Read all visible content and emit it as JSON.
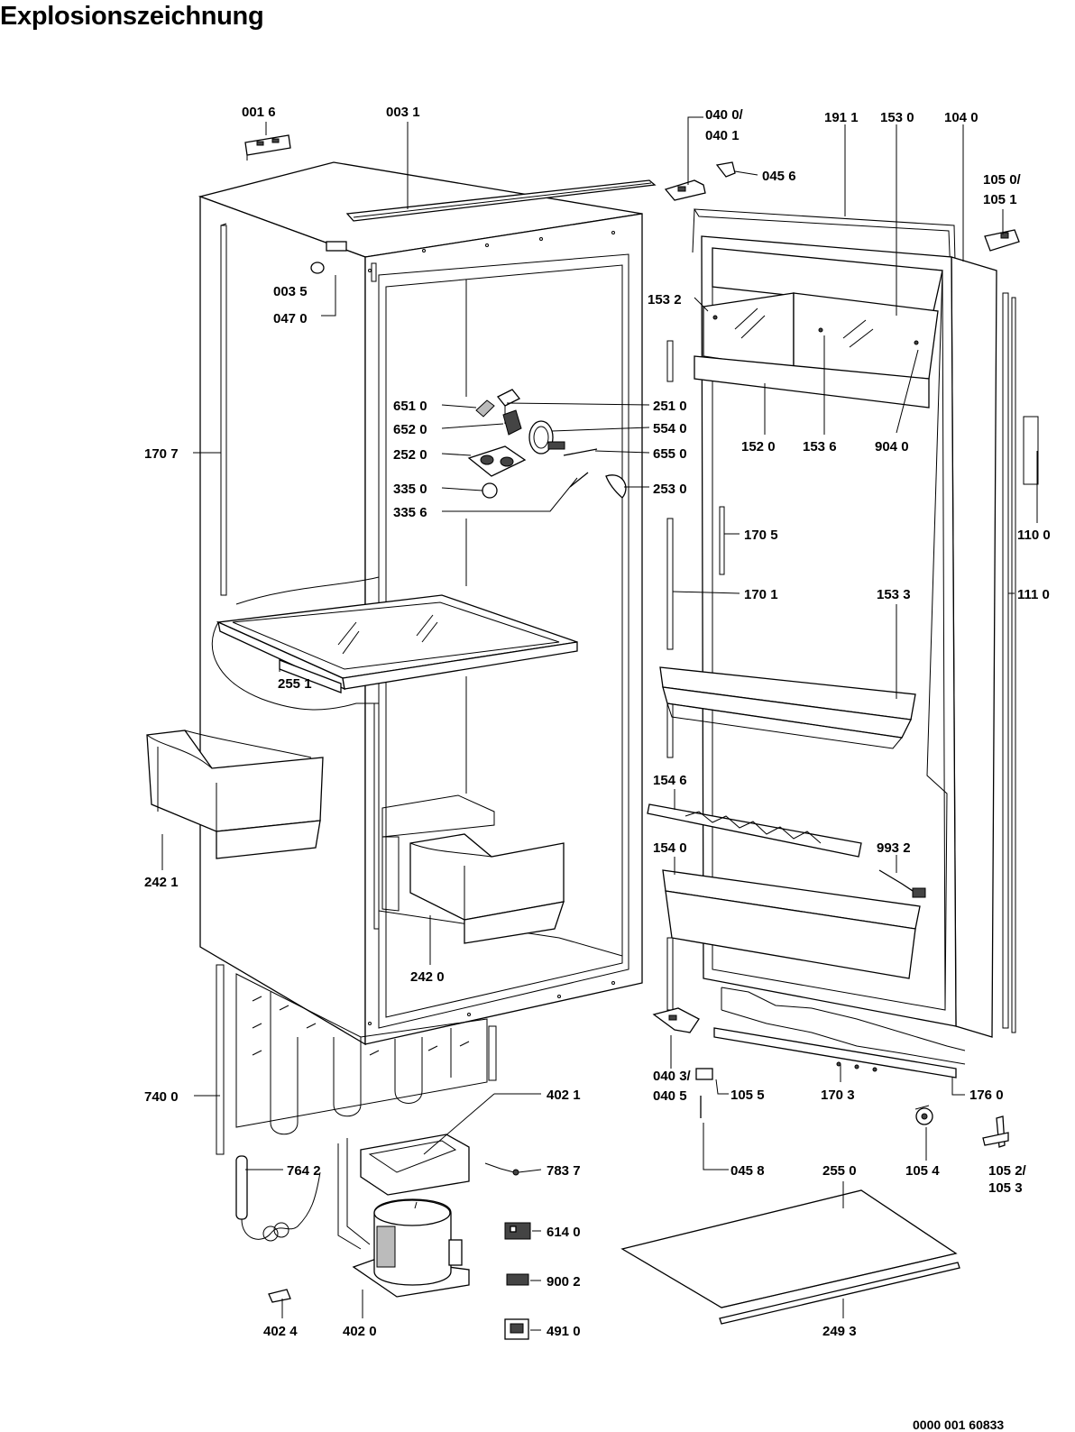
{
  "title": "Explosionszeichnung",
  "doc_number": "0000 001 60833",
  "labels": {
    "p0016": "001 6",
    "p0031": "003 1",
    "p0035": "003 5",
    "p0470": "047 0",
    "p1707": "170 7",
    "p6510": "651 0",
    "p6520": "652 0",
    "p2520": "252 0",
    "p3350": "335 0",
    "p3356": "335 6",
    "p2510": "251 0",
    "p5540": "554 0",
    "p6550": "655 0",
    "p2530": "253 0",
    "p2551": "255 1",
    "p2421": "242 1",
    "p2420": "242 0",
    "p7400": "740 0",
    "p7642": "764 2",
    "p4021": "402 1",
    "p7837": "783 7",
    "p6140": "614 0",
    "p9002": "900 2",
    "p4910": "491 0",
    "p4024": "402 4",
    "p4020": "402 0",
    "p0400": "040 0/",
    "p0401": "040 1",
    "p0456": "045 6",
    "p1911": "191 1",
    "p1530": "153 0",
    "p1040": "104 0",
    "p1050": "105 0/",
    "p1051": "105 1",
    "p1532": "153 2",
    "p1520": "152 0",
    "p1536": "153 6",
    "p9040": "904 0",
    "p1100": "110 0",
    "p1705": "170 5",
    "p1701": "170 1",
    "p1533": "153 3",
    "p1110": "111 0",
    "p1546": "154 6",
    "p1540": "154 0",
    "p9932": "993 2",
    "p0403": "040 3/",
    "p0405": "040 5",
    "p1055": "105 5",
    "p1703": "170 3",
    "p1760": "176 0",
    "p0458": "045 8",
    "p2550": "255 0",
    "p1054": "105 4",
    "p1052": "105 2/",
    "p1053": "105 3",
    "p2493": "249 3"
  }
}
